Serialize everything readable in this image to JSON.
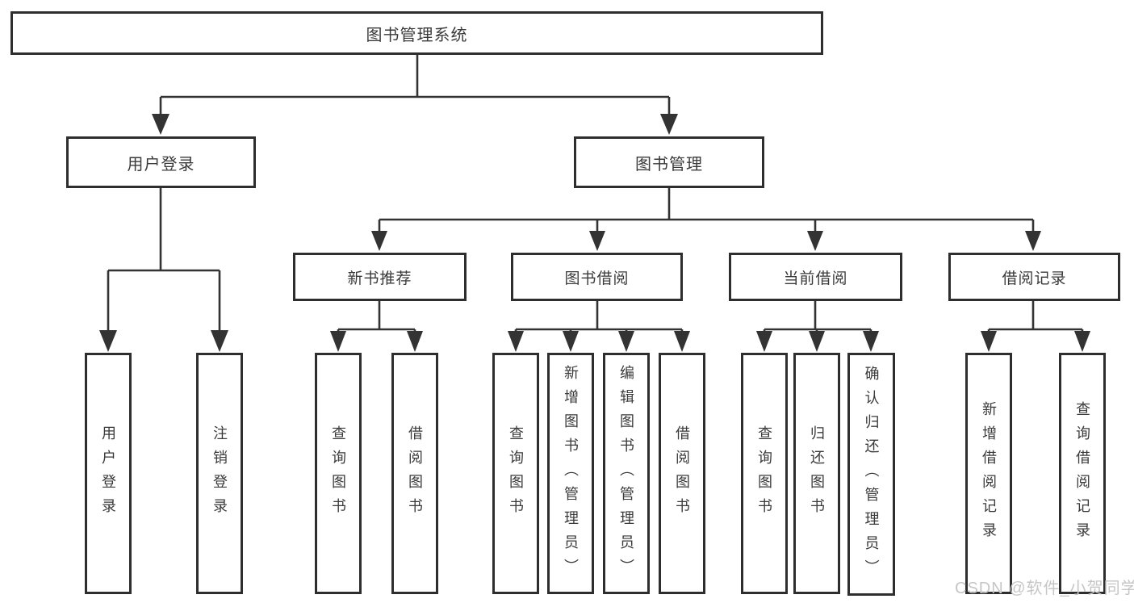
{
  "tree": {
    "label": "图书管理系统",
    "children": [
      {
        "label": "用户登录",
        "children": [
          {
            "label": "用户登录"
          },
          {
            "label": "注销登录"
          }
        ]
      },
      {
        "label": "图书管理",
        "children": [
          {
            "label": "新书推荐",
            "children": [
              {
                "label": "查询图书"
              },
              {
                "label": "借阅图书"
              }
            ]
          },
          {
            "label": "图书借阅",
            "children": [
              {
                "label": "查询图书"
              },
              {
                "label": "新增图书（管理员）"
              },
              {
                "label": "编辑图书（管理员）"
              },
              {
                "label": "借阅图书"
              }
            ]
          },
          {
            "label": "当前借阅",
            "children": [
              {
                "label": "查询图书"
              },
              {
                "label": "归还图书"
              },
              {
                "label": "确认归还（管理员）"
              }
            ]
          },
          {
            "label": "借阅记录",
            "children": [
              {
                "label": "新增借阅记录"
              },
              {
                "label": "查询借阅记录"
              }
            ]
          }
        ]
      }
    ]
  },
  "watermark": "CSDN @软件_小贺同学",
  "colors": {
    "line": "#333333",
    "box_border": "#2e2e2e",
    "text": "#3a3a3a",
    "watermark": "#c6c6c6",
    "background": "#ffffff"
  }
}
